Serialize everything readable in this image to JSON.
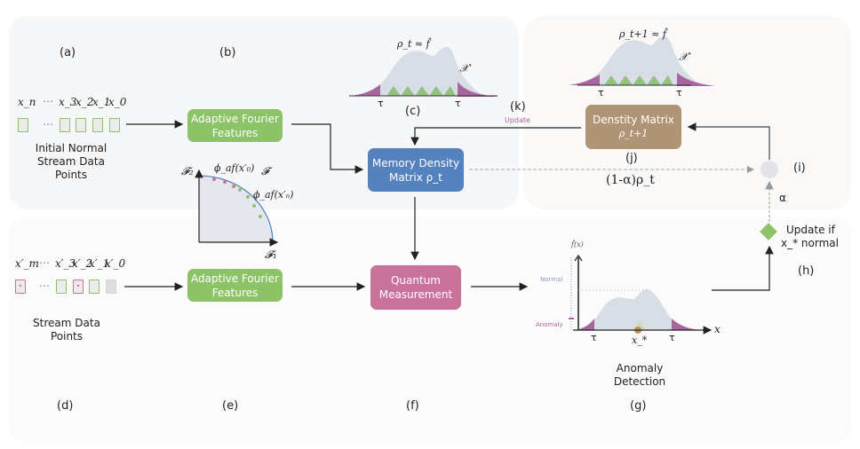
{
  "panels": {
    "labels": {
      "a": "(a)",
      "b": "(b)",
      "c": "(c)",
      "d": "(d)",
      "e": "(e)",
      "f": "(f)",
      "g": "(g)",
      "h": "(h)",
      "i": "(i)",
      "j": "(j)",
      "k": "(k)"
    }
  },
  "initial_stream": {
    "series_labels": [
      "x_n",
      "…",
      "x_3",
      "x_2",
      "x_1",
      "x_0"
    ],
    "dots": "…",
    "caption_lines": [
      "Initial Normal",
      "Stream Data",
      "Points"
    ]
  },
  "stream": {
    "series_labels": [
      "x′_m",
      "…",
      "x′_3",
      "x′_2",
      "x′_1",
      "x′_0"
    ],
    "dots": "…",
    "caption_lines": [
      "Stream Data",
      "Points"
    ],
    "point_types": [
      "anomaly",
      "normal",
      "anomaly",
      "normal",
      "unknown"
    ]
  },
  "boxes": {
    "aff_top": [
      "Adaptive Fourier",
      "Features"
    ],
    "aff_bottom": [
      "Adaptive Fourier",
      "Features"
    ],
    "memory": [
      "Memory Density",
      "Matrix ρ_t"
    ],
    "quantum": [
      "Quantum",
      "Measurement"
    ],
    "density": [
      "Denstity Matrix",
      "ρ_t+1"
    ]
  },
  "feature_space": {
    "axis_x": "𝓕₁",
    "axis_y": "𝓕₂",
    "space_label": "𝓕",
    "phi_x0": "ϕ_af(x′₀)",
    "phi_xn": "ϕ_af(x′ₙ)"
  },
  "density_plot_c": {
    "title": "ρ_t ≈ f̂",
    "space": "𝒳′",
    "threshold_left": "τ",
    "threshold_right": "τ"
  },
  "density_plot_j": {
    "title": "ρ_t+1 ≈ f̂",
    "space": "𝒳′",
    "threshold_left": "τ",
    "threshold_right": "τ"
  },
  "anomaly_plot": {
    "y_axis": "f̂(x)",
    "x_axis": "x",
    "normal_label": "Normal",
    "anomaly_label": "Anomaly",
    "threshold_left": "τ",
    "threshold_right": "τ",
    "point_label": "x_*",
    "caption_lines": [
      "Anomaly",
      "Detection"
    ]
  },
  "update": {
    "k_update_label": "Update",
    "decay_label": "(1-α)ρ_t",
    "alpha_label": "α",
    "decision_lines": [
      "Update if",
      "x_* normal"
    ]
  },
  "colors": {
    "green": "#8cc367",
    "blue": "#5582bf",
    "pink": "#c9739a",
    "brown": "#af9576",
    "anomaly_purple": "#a8669e",
    "density_fill": "#d8dee6"
  }
}
